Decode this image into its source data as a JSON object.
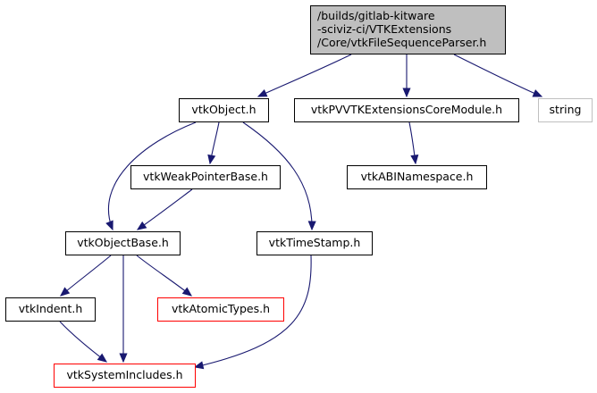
{
  "colors": {
    "edge": "#191970",
    "root_fill": "#bfbfbf",
    "normal_border": "#000000",
    "truncated_border": "#ff0000",
    "external_border": "#bfbfbf",
    "background": "#ffffff"
  },
  "nodes": [
    {
      "id": "root",
      "lines": [
        "/builds/gitlab-kitware",
        "-sciviz-ci/VTKExtensions",
        "/Core/vtkFileSequenceParser.h"
      ],
      "style": "root"
    },
    {
      "id": "vtkObject",
      "lines": [
        "vtkObject.h"
      ],
      "style": "normal"
    },
    {
      "id": "vtkPVVTKExtensionsCoreModule",
      "lines": [
        "vtkPVVTKExtensionsCoreModule.h"
      ],
      "style": "normal"
    },
    {
      "id": "string",
      "lines": [
        "string"
      ],
      "style": "external"
    },
    {
      "id": "vtkWeakPointerBase",
      "lines": [
        "vtkWeakPointerBase.h"
      ],
      "style": "normal"
    },
    {
      "id": "vtkABINamespace",
      "lines": [
        "vtkABINamespace.h"
      ],
      "style": "normal"
    },
    {
      "id": "vtkObjectBase",
      "lines": [
        "vtkObjectBase.h"
      ],
      "style": "normal"
    },
    {
      "id": "vtkTimeStamp",
      "lines": [
        "vtkTimeStamp.h"
      ],
      "style": "normal"
    },
    {
      "id": "vtkIndent",
      "lines": [
        "vtkIndent.h"
      ],
      "style": "normal"
    },
    {
      "id": "vtkAtomicTypes",
      "lines": [
        "vtkAtomicTypes.h"
      ],
      "style": "truncated"
    },
    {
      "id": "vtkSystemIncludes",
      "lines": [
        "vtkSystemIncludes.h"
      ],
      "style": "truncated"
    }
  ],
  "edges": [
    {
      "from": "root",
      "to": "vtkObject"
    },
    {
      "from": "root",
      "to": "vtkPVVTKExtensionsCoreModule"
    },
    {
      "from": "root",
      "to": "string"
    },
    {
      "from": "vtkObject",
      "to": "vtkWeakPointerBase"
    },
    {
      "from": "vtkObject",
      "to": "vtkObjectBase"
    },
    {
      "from": "vtkObject",
      "to": "vtkTimeStamp"
    },
    {
      "from": "vtkPVVTKExtensionsCoreModule",
      "to": "vtkABINamespace"
    },
    {
      "from": "vtkWeakPointerBase",
      "to": "vtkObjectBase"
    },
    {
      "from": "vtkObjectBase",
      "to": "vtkIndent"
    },
    {
      "from": "vtkObjectBase",
      "to": "vtkAtomicTypes"
    },
    {
      "from": "vtkObjectBase",
      "to": "vtkSystemIncludes"
    },
    {
      "from": "vtkTimeStamp",
      "to": "vtkSystemIncludes"
    },
    {
      "from": "vtkIndent",
      "to": "vtkSystemIncludes"
    }
  ]
}
